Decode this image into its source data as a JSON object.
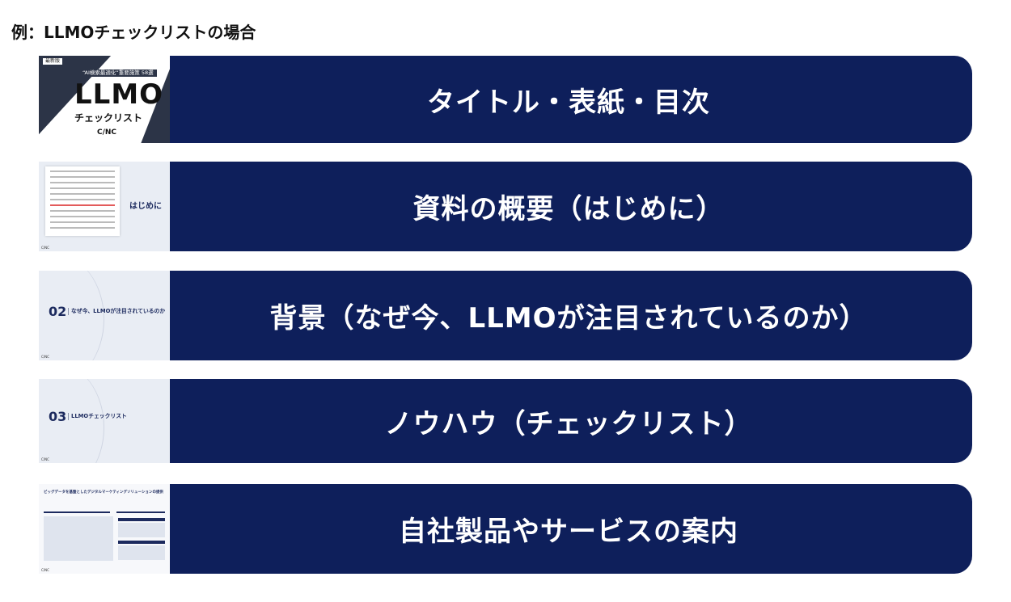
{
  "heading": "例：LLMOチェックリストの場合",
  "colors": {
    "banner": "#0e1f5b",
    "banner_text": "#ffffff"
  },
  "rows": [
    {
      "label": "タイトル・表紙・目次",
      "thumb": {
        "badge": "最新版",
        "subtitle": "“AI検索最適化”重要施策 58選",
        "title": "LLMO",
        "title2": "チェックリスト",
        "logo": "C/NC"
      }
    },
    {
      "label": "資料の概要（はじめに）",
      "thumb": {
        "title": "はじめに",
        "logo": "C/NC"
      }
    },
    {
      "label": "背景（なぜ今、LLMOが注目されているのか）",
      "thumb": {
        "number": "02",
        "title": "なぜ今、LLMOが注目されているのか",
        "logo": "C/NC"
      }
    },
    {
      "label": "ノウハウ（チェックリスト）",
      "thumb": {
        "number": "03",
        "title": "LLMOチェックリスト",
        "logo": "C/NC"
      }
    },
    {
      "label": "自社製品やサービスの案内",
      "thumb": {
        "title": "ビッグデータを基盤としたデジタルマーケティングソリューションの提供",
        "logo": "C/NC"
      }
    }
  ]
}
